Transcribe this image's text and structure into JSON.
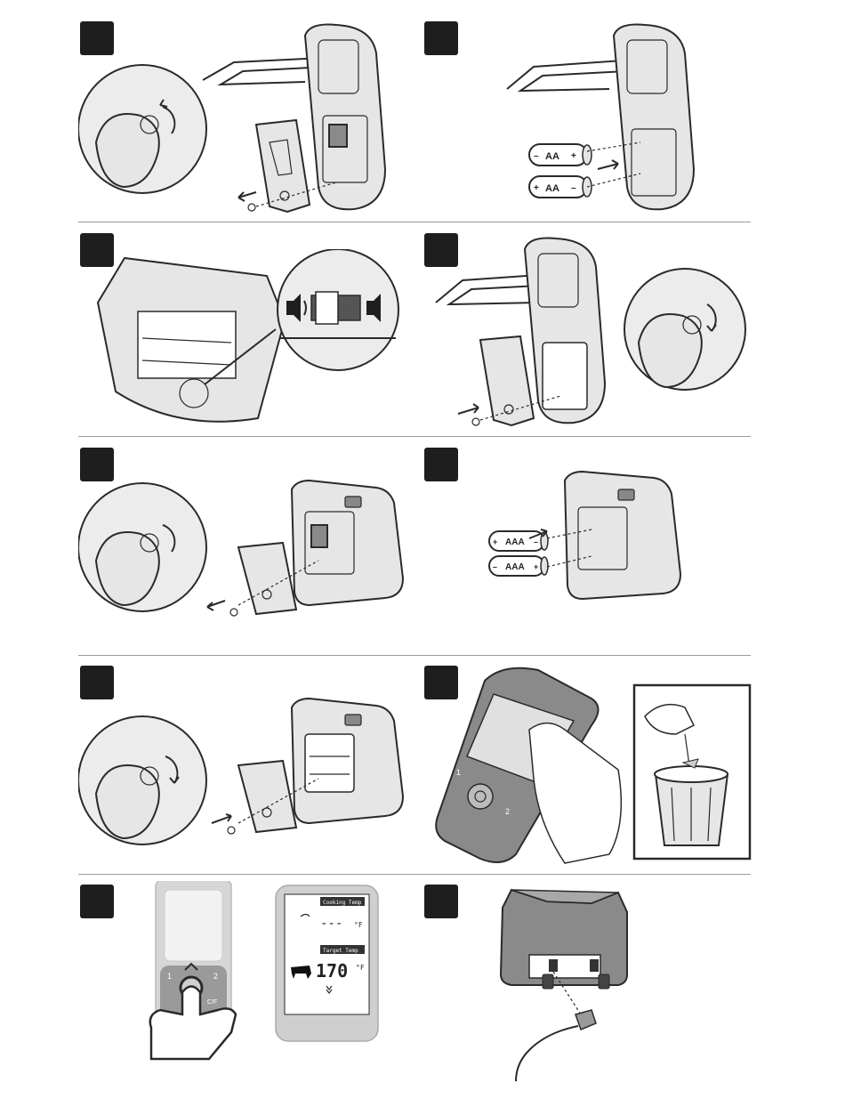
{
  "batteries": {
    "aa_label_1": "AA",
    "aa_label_2": "AA",
    "aaa_label_1": "AAA",
    "aaa_label_2": "AAA",
    "plus": "+",
    "minus": "–"
  },
  "display": {
    "probe1_label": "Cooking Temp",
    "probe1_value": "---",
    "probe1_unit": "°F",
    "probe2_label": "Target Temp",
    "probe2_value": "170",
    "probe2_unit": "°F"
  },
  "remote_buttons": {
    "btn_1": "1",
    "btn_2": "2",
    "btn_cf": "C/F"
  }
}
